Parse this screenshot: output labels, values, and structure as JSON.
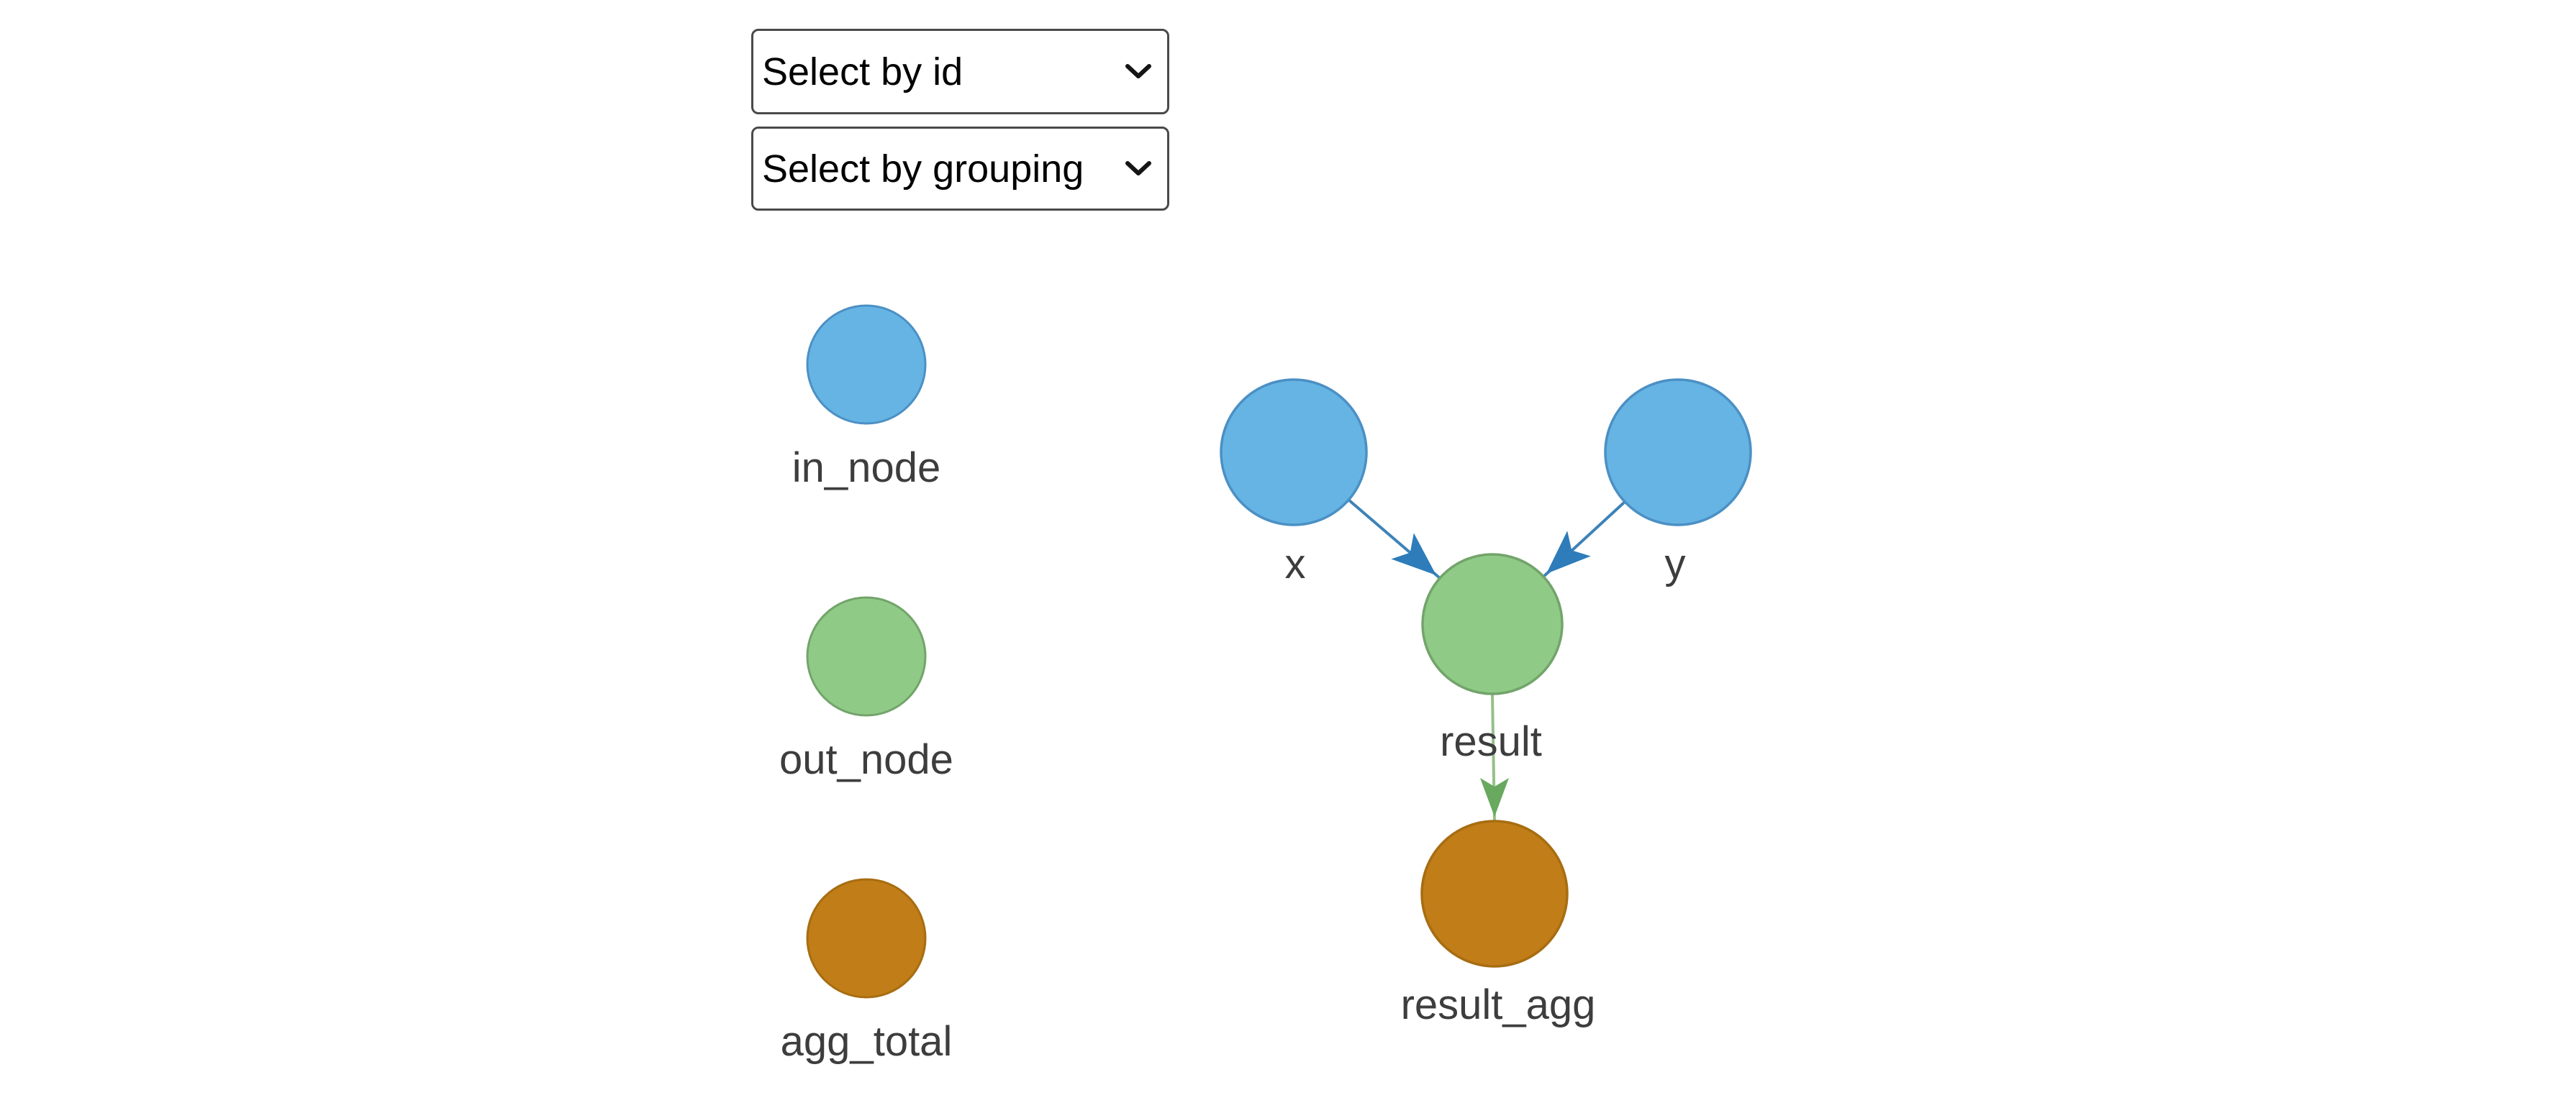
{
  "page": {
    "background": "#ffffff"
  },
  "controls": {
    "select_by_id": {
      "value": "Select by id"
    },
    "select_by_grouping": {
      "value": "Select by grouping"
    }
  },
  "legend": {
    "items": [
      {
        "label": "in_node"
      },
      {
        "label": "out_node"
      },
      {
        "label": "agg_total"
      }
    ]
  },
  "graph": {
    "nodes": {
      "x": {
        "label": "x",
        "type": "in_node"
      },
      "y": {
        "label": "y",
        "type": "in_node"
      },
      "result": {
        "label": "result",
        "type": "out_node"
      },
      "result_agg": {
        "label": "result_agg",
        "type": "agg_total"
      }
    },
    "edges": [
      {
        "from": "x",
        "to": "result"
      },
      {
        "from": "y",
        "to": "result"
      },
      {
        "from": "result",
        "to": "result_agg"
      }
    ]
  },
  "colors": {
    "in_node_fill": "#66b4e4",
    "in_node_stroke": "#4b90c4",
    "out_node_fill": "#90ca87",
    "out_node_stroke": "#73a46b",
    "agg_total_fill": "#c17d17",
    "agg_total_stroke": "#a76d12",
    "edge_blue": "#3d83b8",
    "arrow_blue": "#2e7cb9",
    "edge_green": "#94c089",
    "arrow_green": "#68a95f",
    "label": "#3d3d3d"
  }
}
